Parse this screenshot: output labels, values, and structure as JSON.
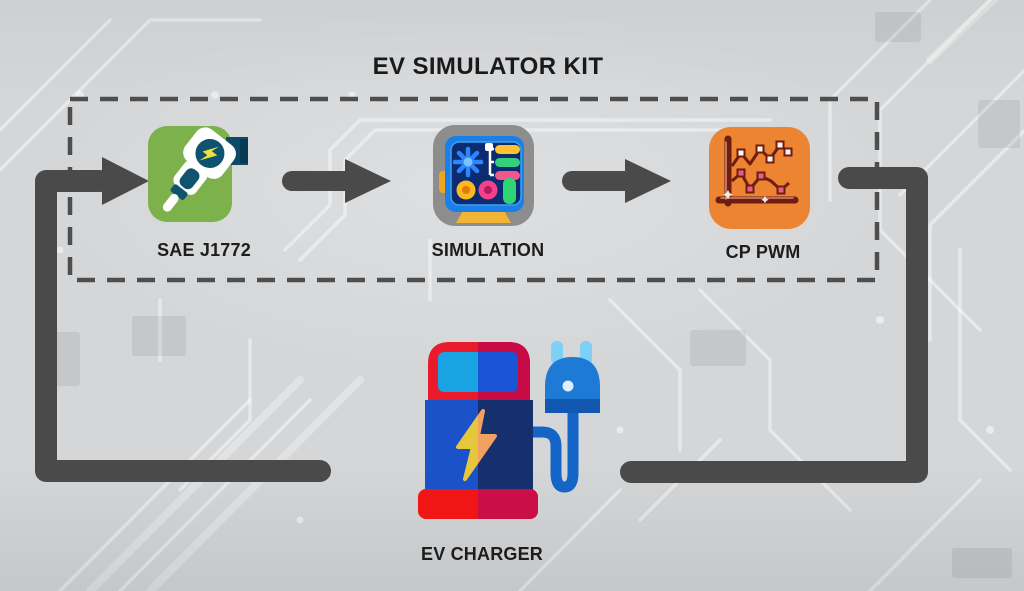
{
  "title": "EV SIMULATOR KIT",
  "kit": {
    "boundary": "dashed-rectangle",
    "nodes": [
      {
        "id": "sae-j1772",
        "label": "SAE J1772",
        "icon": "ev-plug-icon",
        "tile_color": "#7cb14c"
      },
      {
        "id": "simulation",
        "label": "SIMULATION",
        "icon": "control-panel-icon",
        "tile_color": "#8d8d8d"
      },
      {
        "id": "cp-pwm",
        "label": "CP PWM",
        "icon": "waveform-chart-icon",
        "tile_color": "#ec8432"
      }
    ]
  },
  "charger": {
    "id": "ev-charger",
    "label": "EV CHARGER",
    "icon": "ev-charger-icon"
  },
  "flow": {
    "arrows": [
      {
        "from": "ev-charger",
        "to": "sae-j1772"
      },
      {
        "from": "sae-j1772",
        "to": "simulation"
      },
      {
        "from": "simulation",
        "to": "cp-pwm"
      },
      {
        "from": "cp-pwm",
        "to": "ev-charger"
      }
    ]
  },
  "colors": {
    "background": "#d4d6d8",
    "arrow": "#4a4a4a",
    "dashed_border": "#4e4e4e",
    "title_text": "#1a1a1a",
    "label_text": "#1d1d1d"
  }
}
